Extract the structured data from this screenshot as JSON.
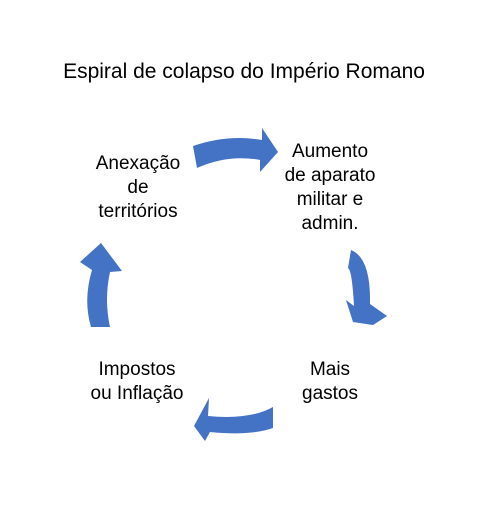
{
  "title": "Espiral de colapso do Império Romano",
  "colors": {
    "arrow": "#4472C4",
    "text": "#000000",
    "background": "#FFFFFF"
  },
  "nodes": [
    {
      "id": "top-left",
      "lines": [
        "Anexação",
        "de",
        "territórios"
      ]
    },
    {
      "id": "top-right",
      "lines": [
        "Aumento",
        "de aparato",
        "militar e",
        "admin."
      ]
    },
    {
      "id": "bottom-right",
      "lines": [
        "Mais",
        "gastos"
      ]
    },
    {
      "id": "bottom-left",
      "lines": [
        "Impostos",
        "ou Inflação"
      ]
    }
  ]
}
